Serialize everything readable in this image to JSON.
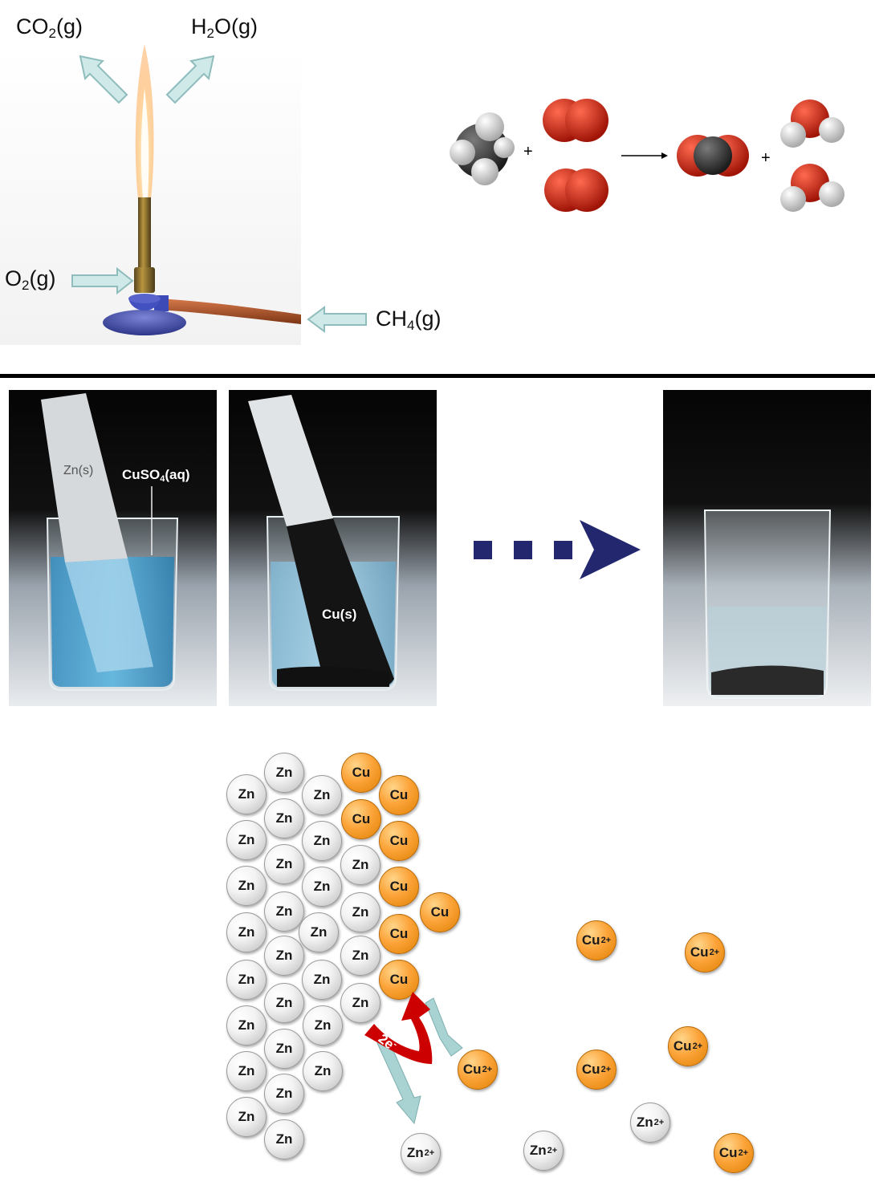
{
  "burner": {
    "co2_label": {
      "base": "CO",
      "sub": "2",
      "tail": "(g)"
    },
    "h2o_label": {
      "base": "H",
      "sub": "2",
      "tail": "O(g)"
    },
    "o2_label": {
      "base": "O",
      "sub": "2",
      "tail": "(g)"
    },
    "ch4_label": {
      "base": "CH",
      "sub": "4",
      "tail": "(g)"
    }
  },
  "equation": {
    "plus": "+"
  },
  "beakers": {
    "zn_label": "Zn(s)",
    "cuso4_label": {
      "base": "CuSO",
      "sub": "4",
      "tail": "(aq)"
    },
    "cu_label": "Cu(s)"
  },
  "lattice": {
    "zn_symbol": "Zn",
    "cu_symbol": "Cu",
    "electron_label": "2e",
    "electron_sup": "-",
    "ion_charge": "2+",
    "colors": {
      "zinc": "#e9e9e9",
      "copper": "#f89a20",
      "electron_arrow": "#cc0000",
      "flow_arrow": "#a9d2d2"
    }
  }
}
